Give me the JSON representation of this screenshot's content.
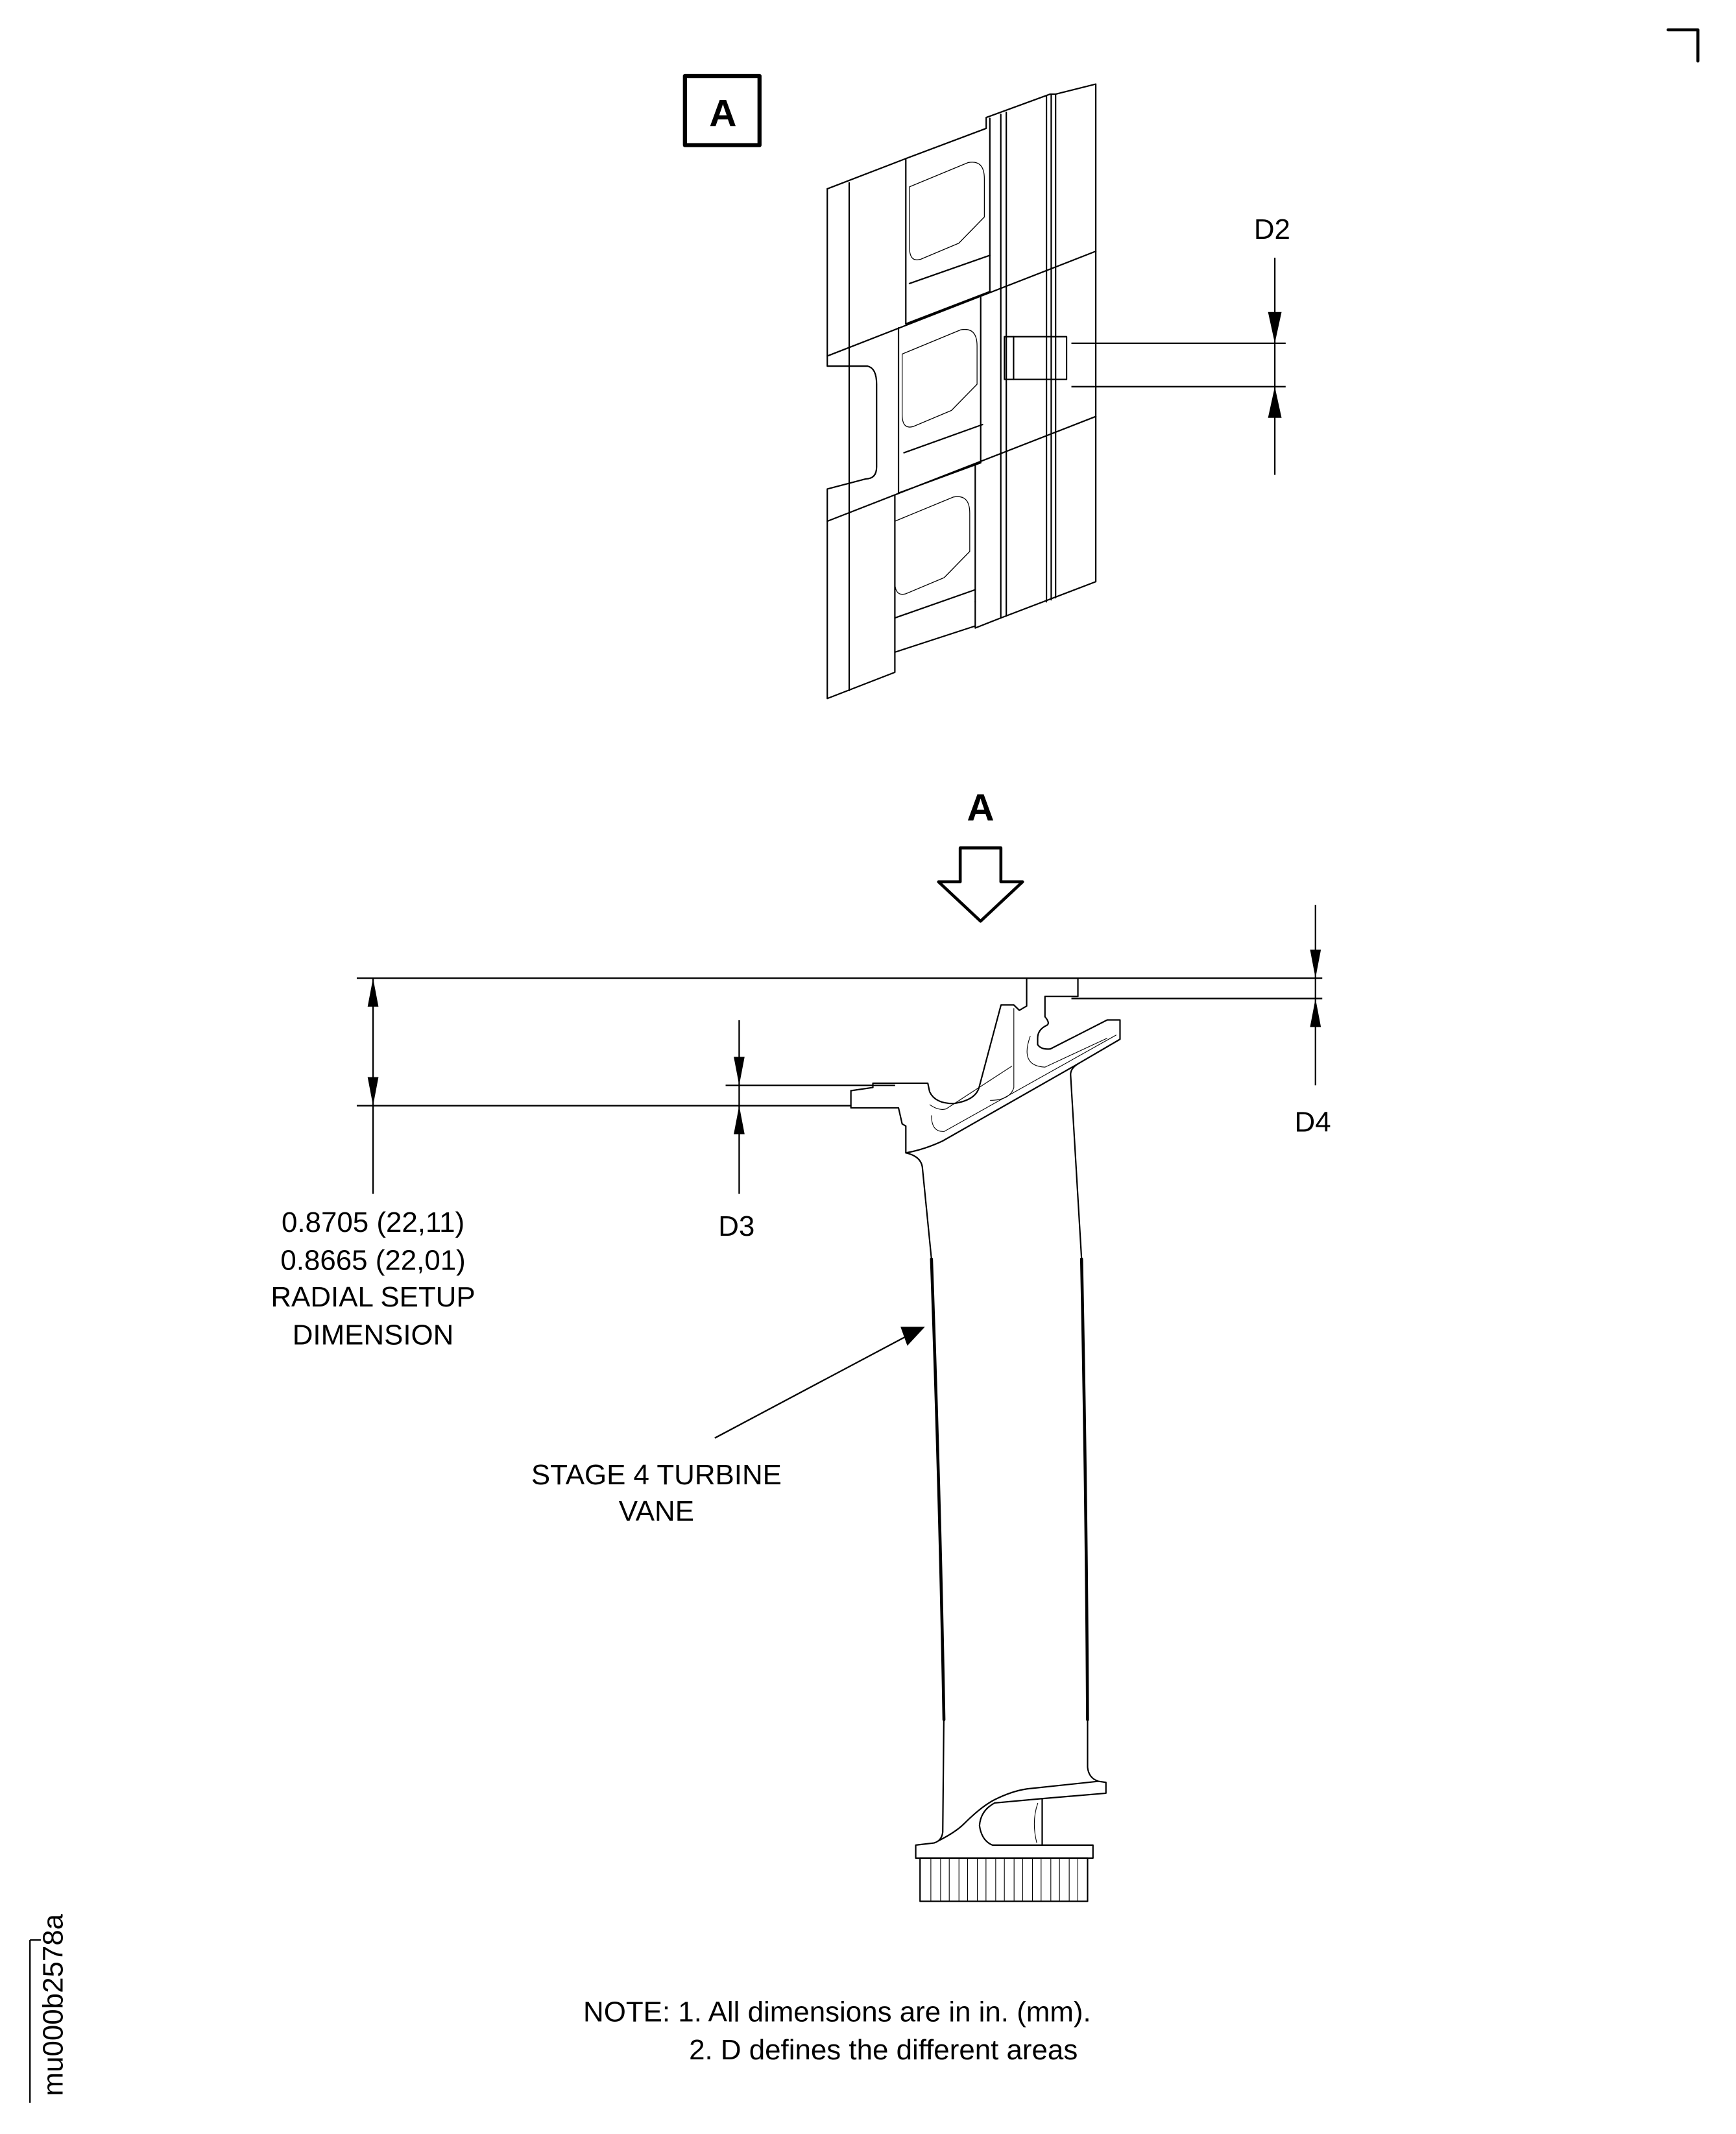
{
  "view_label": "A",
  "view_arrow_label": "A",
  "dimensions": {
    "d2": "D2",
    "d3": "D3",
    "d4": "D4",
    "radial_setup": {
      "line1": "0.8705 (22,11)",
      "line2": "0.8665 (22,01)",
      "line3": "RADIAL SETUP",
      "line4": "DIMENSION"
    }
  },
  "callout": {
    "line1": "STAGE 4 TURBINE",
    "line2": "VANE"
  },
  "notes": {
    "line1": "NOTE: 1. All dimensions are in in. (mm).",
    "line2": "2. D defines the different areas"
  },
  "figure_id": "mu000b2578a",
  "colors": {
    "ink": "#000000",
    "paper": "#ffffff"
  }
}
